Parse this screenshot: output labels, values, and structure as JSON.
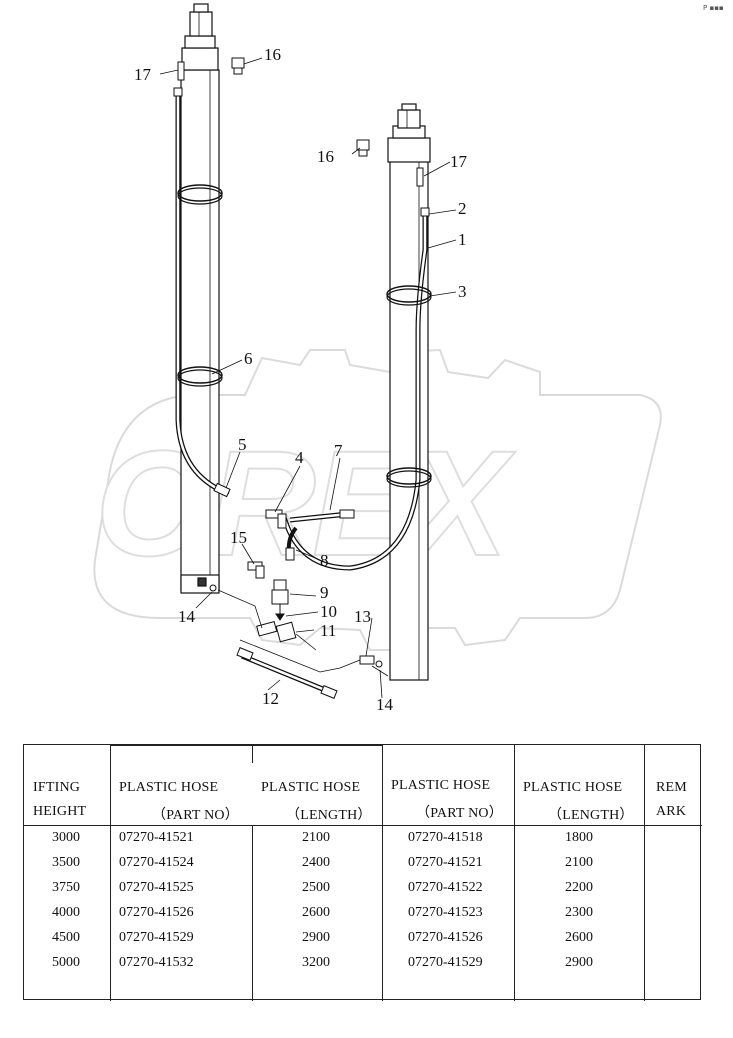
{
  "watermark": "OREX",
  "corner_mark": "P  ▪▪▪",
  "callouts": {
    "c1": "1",
    "c2": "2",
    "c3": "3",
    "c4": "4",
    "c5": "5",
    "c6": "6",
    "c7": "7",
    "c8": "8",
    "c9": "9",
    "c10": "10",
    "c11": "11",
    "c12": "12",
    "c13": "13",
    "c14a": "14",
    "c14b": "14",
    "c15": "15",
    "c16a": "16",
    "c16b": "16",
    "c17a": "17",
    "c17b": "17"
  },
  "table": {
    "headers": {
      "col1_line1": "IFTING",
      "col1_line2": "HEIGHT",
      "col2_line1": "PLASTIC HOSE",
      "col2_line2": "（PART NO）",
      "col3_line1": "PLASTIC HOSE",
      "col3_line2": "（LENGTH）",
      "col4_line1": "PLASTIC HOSE",
      "col4_line2": "（PART NO）",
      "col5_line1": "PLASTIC HOSE",
      "col5_line2": "（LENGTH）",
      "col6_line1": "REM",
      "col6_line2": "ARK"
    },
    "rows": [
      {
        "height": "3000",
        "pn1": "07270-41521",
        "len1": "2100",
        "pn2": "07270-41518",
        "len2": "1800",
        "remark": ""
      },
      {
        "height": "3500",
        "pn1": "07270-41524",
        "len1": "2400",
        "pn2": "07270-41521",
        "len2": "2100",
        "remark": ""
      },
      {
        "height": "3750",
        "pn1": "07270-41525",
        "len1": "2500",
        "pn2": "07270-41522",
        "len2": "2200",
        "remark": ""
      },
      {
        "height": "4000",
        "pn1": "07270-41526",
        "len1": "2600",
        "pn2": "07270-41523",
        "len2": "2300",
        "remark": ""
      },
      {
        "height": "4500",
        "pn1": "07270-41529",
        "len1": "2900",
        "pn2": "07270-41526",
        "len2": "2600",
        "remark": ""
      },
      {
        "height": "5000",
        "pn1": "07270-41532",
        "len1": "3200",
        "pn2": "07270-41529",
        "len2": "2900",
        "remark": ""
      }
    ]
  }
}
